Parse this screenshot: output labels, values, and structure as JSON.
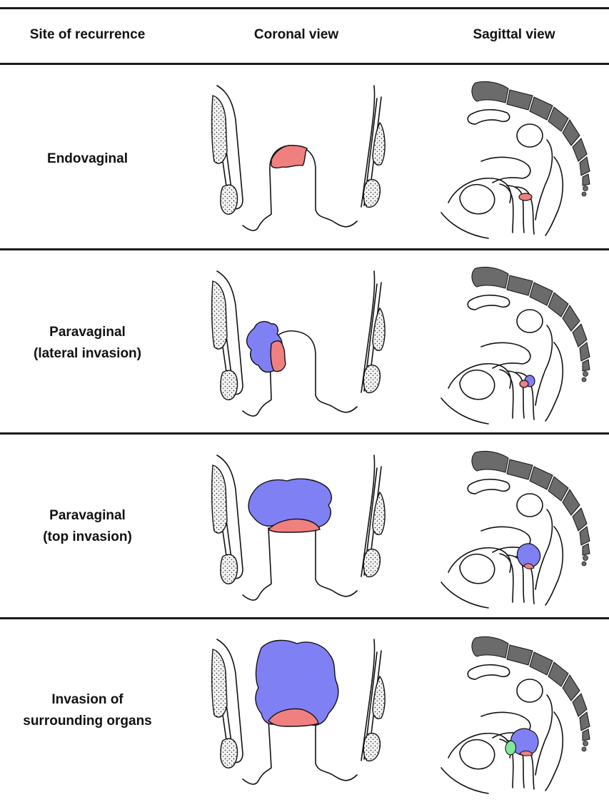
{
  "table": {
    "headers": [
      "Site of recurrence",
      "Coronal view",
      "Sagittal view"
    ],
    "rows": [
      {
        "site_lines": [
          "Endovaginal"
        ]
      },
      {
        "site_lines": [
          "Paravaginal",
          "(lateral invasion)"
        ]
      },
      {
        "site_lines": [
          "Paravaginal",
          "(top invasion)"
        ]
      },
      {
        "site_lines": [
          "Invasion of",
          "surrounding organs"
        ]
      }
    ]
  },
  "colors": {
    "rule": "#1a1a1a",
    "tumor_endovaginal": "#f08080",
    "tumor_paravaginal": "#8080f5",
    "tumor_organ_invasion": "#7fe89a",
    "bone": "#6b6b6b",
    "stipple": "#f2f2f2"
  }
}
